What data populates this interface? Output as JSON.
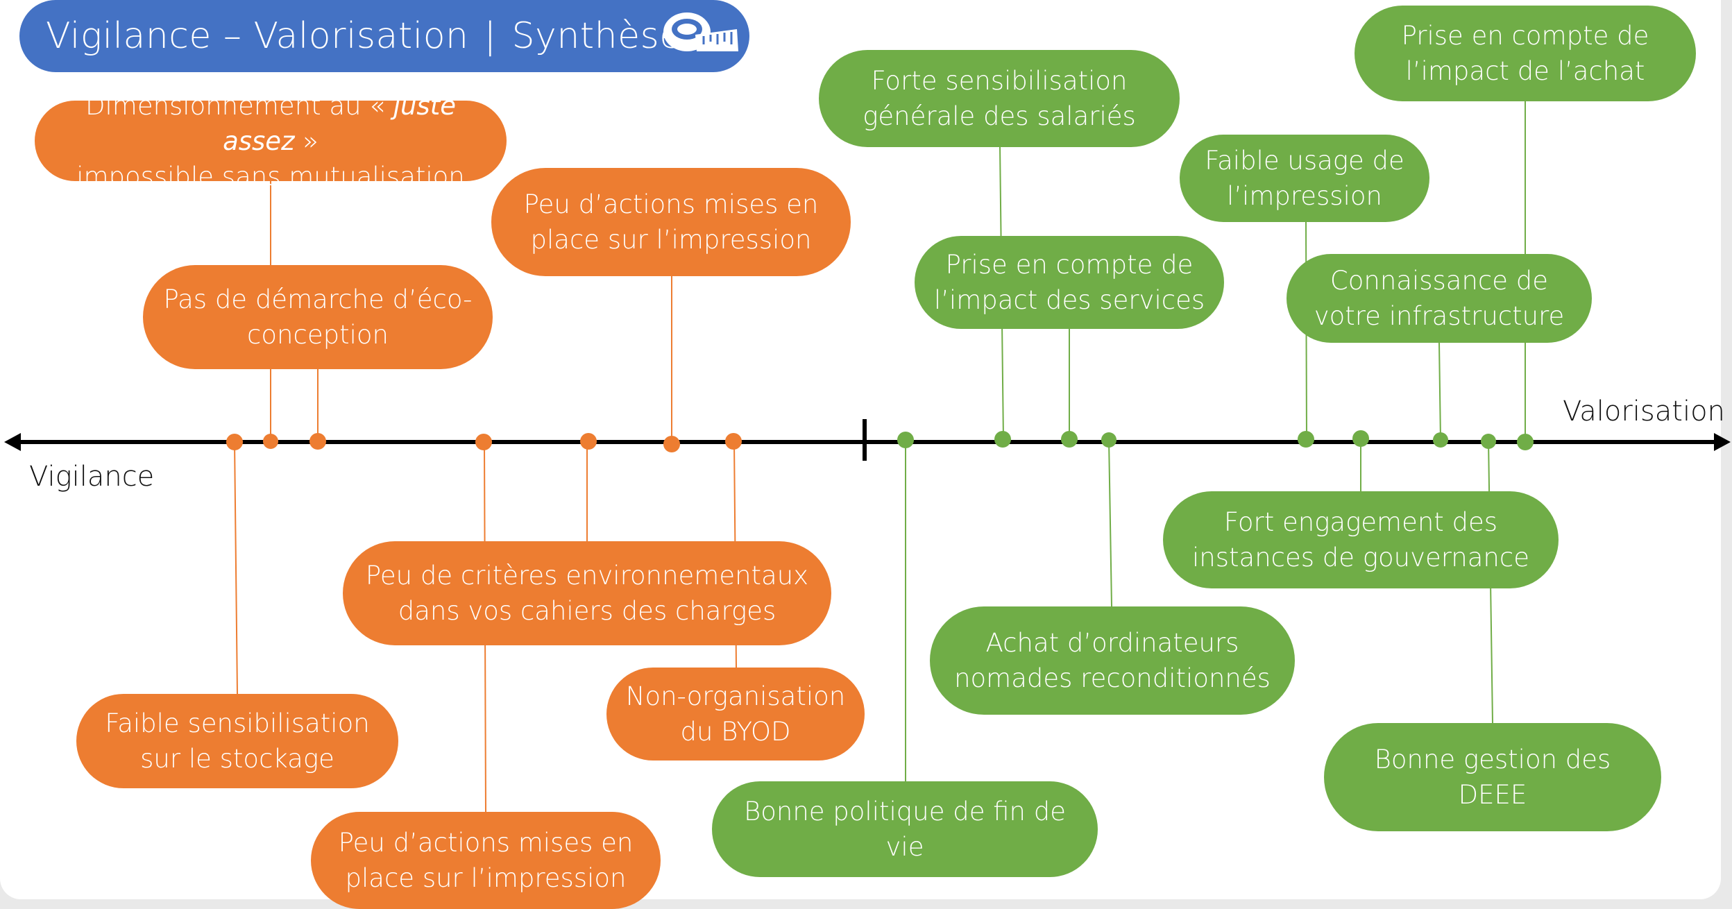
{
  "header": {
    "title": "Vigilance – Valorisation",
    "separator": "|",
    "subtitle": "Synthèse",
    "icon": "measuring-tape-icon"
  },
  "axis": {
    "left_label": "Vigilance",
    "right_label": "Valorisation"
  },
  "colors": {
    "vigilance": "#ed7d31",
    "valorisation": "#70ad47",
    "header": "#4472c4",
    "axis": "#000000"
  },
  "vigilance_items": [
    {
      "id": "dimensionnement",
      "line1_pre": "Dimensionnement au « ",
      "line1_em": "juste assez",
      "line1_post": " »",
      "line2": "impossible sans mutualisation"
    },
    {
      "id": "eco-conception",
      "line1": "Pas de démarche d’éco-",
      "line2": "conception"
    },
    {
      "id": "impression-top",
      "line1": "Peu d’actions mises en",
      "line2": "place sur l’impression"
    },
    {
      "id": "criteres",
      "line1": "Peu de critères environnementaux",
      "line2": "dans vos cahiers des charges"
    },
    {
      "id": "byod",
      "line1": "Non-organisation",
      "line2": "du BYOD"
    },
    {
      "id": "stockage",
      "line1": "Faible sensibilisation",
      "line2": "sur le stockage"
    },
    {
      "id": "impression-bottom",
      "line1": "Peu d’actions mises en",
      "line2": "place sur l’impression"
    }
  ],
  "valorisation_items": [
    {
      "id": "sensibilisation",
      "line1": "Forte sensibilisation",
      "line2": "générale des salariés"
    },
    {
      "id": "services",
      "line1": "Prise en compte de",
      "line2": "l’impact des services"
    },
    {
      "id": "faible-impression",
      "line1": "Faible usage de",
      "line2": "l’impression"
    },
    {
      "id": "achat",
      "line1": "Prise en compte de",
      "line2": "l’impact de l’achat"
    },
    {
      "id": "infrastructure",
      "line1": "Connaissance de",
      "line2": "votre infrastructure"
    },
    {
      "id": "gouvernance",
      "line1": "Fort engagement des",
      "line2": "instances de gouvernance"
    },
    {
      "id": "ordinateurs",
      "line1": "Achat d’ordinateurs",
      "line2": "nomades reconditionnés"
    },
    {
      "id": "deee",
      "line1": "Bonne gestion des",
      "line2": "DEEE"
    },
    {
      "id": "fin-de-vie",
      "line1": "Bonne politique de fin de vie"
    }
  ]
}
